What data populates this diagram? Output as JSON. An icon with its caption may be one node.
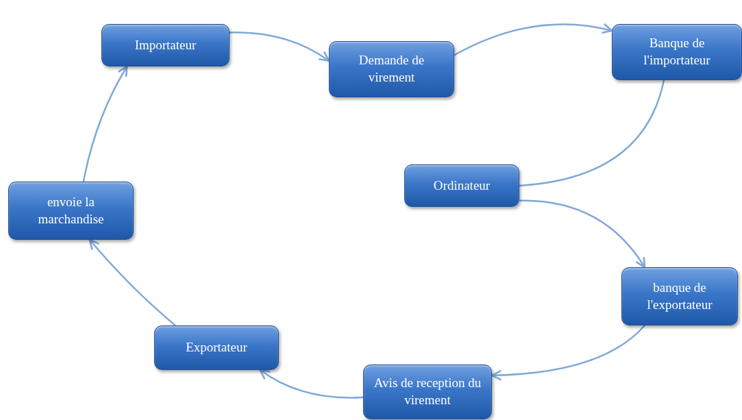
{
  "diagram": {
    "nodes": [
      {
        "text": [
          "Importateur"
        ]
      },
      {
        "text": [
          "Demande  de virement"
        ]
      },
      {
        "text": [
          "Banque de l'importateur"
        ]
      },
      {
        "text": [
          "Ordinateur"
        ]
      },
      {
        "text": [
          "banque de l'exportateur"
        ]
      },
      {
        "text": [
          "Avis de reception du virement"
        ]
      },
      {
        "text": [
          "Exportateur"
        ]
      },
      {
        "text": [
          "envoie la marchandise"
        ]
      }
    ],
    "edges": [
      {
        "from": 0,
        "to": 1,
        "arrow": "to"
      },
      {
        "from": 1,
        "to": 2,
        "arrow": "to"
      },
      {
        "from": 2,
        "to": 3,
        "arrow": "none"
      },
      {
        "from": 3,
        "to": 4,
        "arrow": "to"
      },
      {
        "from": 4,
        "to": 5,
        "arrow": "to"
      },
      {
        "from": 5,
        "to": 6,
        "arrow": "to"
      },
      {
        "from": 6,
        "to": 7,
        "arrow": "to"
      },
      {
        "from": 7,
        "to": 0,
        "arrow": "to"
      }
    ]
  }
}
